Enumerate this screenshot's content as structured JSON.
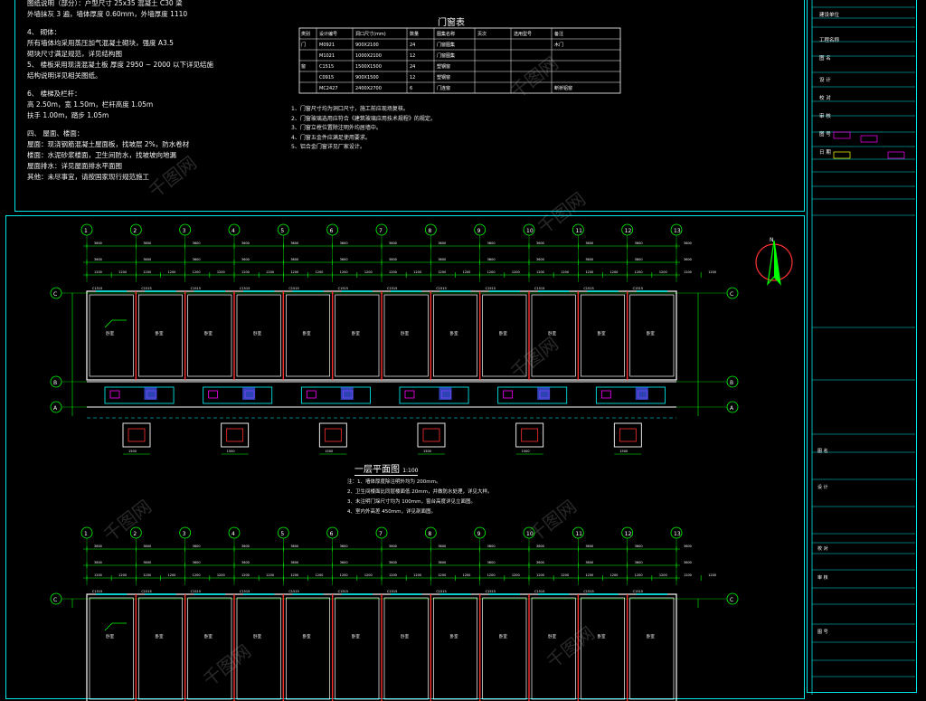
{
  "notes": {
    "lines": [
      "图纸说明（部分）：户型尺寸 25x35 混凝土 C30 梁",
      "外墙抹灰 3 遍，墙体厚度 0.60mm，外墙厚度 1110",
      "4、 砌体：",
      "   所有墙体均采用蒸压加气混凝土砌块，强度 A3.5",
      "   砌块尺寸满足规范，详见结构图",
      "5、 楼板采用现浇混凝土板 厚度 2950 ~ 2000 以下详见结施",
      "   结构说明详见相关图纸。",
      "6、 楼梯及栏杆：",
      "   高 2.50m，宽 1.50m，栏杆高度 1.05m",
      "   扶手 1.00m，踏步 1.05m",
      "四、 屋面、楼面：",
      "   屋面：现浇钢筋混凝土屋面板，找坡层 2%，防水卷材",
      "   楼面：水泥砂浆楼面，卫生间防水，找坡坡向地漏",
      "   屋面排水：详见屋面排水平面图",
      "   其他：未尽事宜，请按国家现行规范施工"
    ]
  },
  "door_table": {
    "title": "门窗表",
    "headers": [
      "类别",
      "设计编号",
      "洞口尺寸(mm)",
      "数量",
      "图集名称",
      "页次",
      "选用型号",
      "备注"
    ],
    "rows": [
      [
        "门",
        "M0921",
        "900X2100",
        "24",
        "门窗图集",
        "",
        "",
        "木门"
      ],
      [
        "",
        "M1021",
        "1000X2100",
        "12",
        "门窗图集",
        "",
        "",
        ""
      ],
      [
        "窗",
        "C1515",
        "1500X1500",
        "24",
        "塑钢窗",
        "",
        "",
        ""
      ],
      [
        "",
        "C0915",
        "900X1500",
        "12",
        "塑钢窗",
        "",
        "",
        ""
      ],
      [
        "",
        "MC2427",
        "2400X2700",
        "6",
        "门连窗",
        "",
        "",
        "断桥铝窗"
      ]
    ],
    "notes": [
      "1、门窗尺寸均为洞口尺寸，施工前应现场复核。",
      "2、门窗玻璃选用应符合《建筑玻璃应用技术规程》的规定。",
      "3、门窗立樘位置除注明外均居墙中。",
      "4、门窗五金件应满足使用要求。",
      "5、铝合金门窗详见厂家设计。"
    ]
  },
  "title_block": {
    "rows": [
      "建设单位",
      "工程名称",
      "图 名",
      "设 计",
      "校 对",
      "审 核",
      "图 号",
      "日 期"
    ]
  },
  "plan": {
    "title": "一层平面图",
    "scale": "1:100",
    "axes_top": [
      "1",
      "2",
      "3",
      "4",
      "5",
      "6",
      "7",
      "8",
      "9",
      "10",
      "11",
      "12",
      "13"
    ],
    "axes_side": [
      "C",
      "B",
      "A"
    ],
    "notes": [
      "注：1、墙体厚度除注明外均为 200mm。",
      "2、卫生间楼面比同层楼面低 20mm，并做防水处理，详见大样。",
      "3、未注明门垛尺寸均为 100mm，窗台高度详见立面图。",
      "4、室内外高差 450mm，详见剖面图。"
    ],
    "room_label": "卧室"
  },
  "watermark": "千图网",
  "colors": {
    "frame": "#00e5e5",
    "dim": "#00ff00",
    "wall": "#ffffff",
    "axis_red": "#ff3030",
    "magenta": "#ff00ff",
    "cyan": "#00ffff",
    "yellow": "#ffff00"
  }
}
